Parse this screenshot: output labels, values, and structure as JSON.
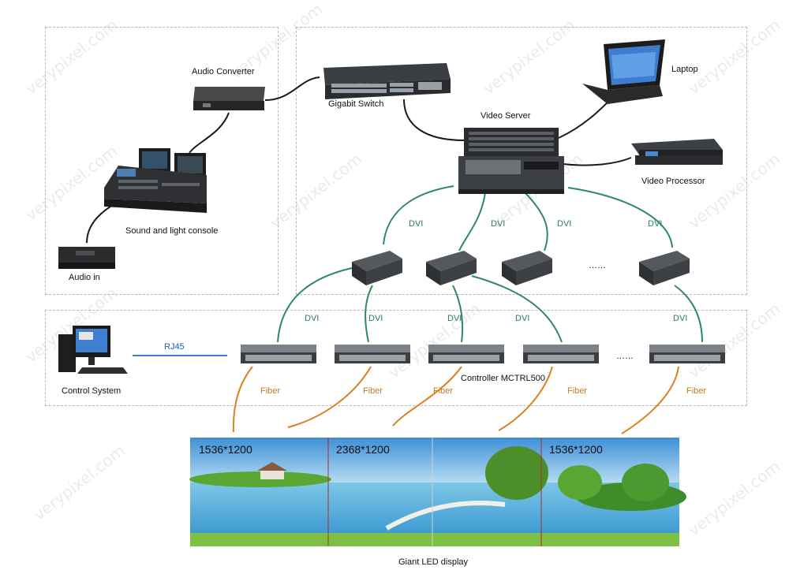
{
  "labels": {
    "audio_converter": "Audio Converter",
    "gigabit_switch": "Gigabit Switch",
    "video_server": "Video Server",
    "laptop": "Laptop",
    "video_processor": "Video Processor",
    "sound_light_console": "Sound and light console",
    "audio_in": "Audio in",
    "control_system": "Control System",
    "rj45": "RJ45",
    "controller": "Controller MCTRL500",
    "dvi": "DVI",
    "fiber": "Fiber",
    "ellipsis": "……",
    "giant_led": "Giant LED display"
  },
  "display": {
    "res_left": "1536*1200",
    "res_middle": "2368*1200",
    "res_right": "1536*1200"
  },
  "watermark": "verypixel.com",
  "colors": {
    "dvi_line": "#2e8a5e",
    "fiber_line": "#d9801f",
    "rj45_line": "#3a7fd0",
    "cable": "#1a1a1a"
  }
}
